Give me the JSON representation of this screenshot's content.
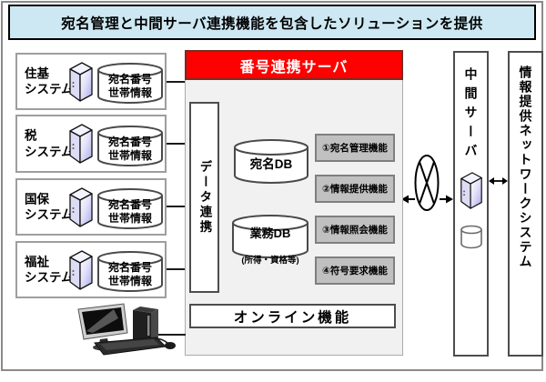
{
  "title": "宛名管理と中間サーバ連携機能を包含したソリューションを提供",
  "colors": {
    "title_bg": "#cde8f3",
    "header_red": "#fe0000",
    "panel_gray": "#f1f1f1",
    "function_gray": "#c0c0c0"
  },
  "systems": [
    {
      "label": "住基\nシステム",
      "data": "宛名番号\n世帯情報"
    },
    {
      "label": "税\nシステム",
      "data": "宛名番号\n世帯情報"
    },
    {
      "label": "国保\nシステム",
      "data": "宛名番号\n世帯情報"
    },
    {
      "label": "福祉\nシステム",
      "data": "宛名番号\n世帯情報"
    }
  ],
  "server": {
    "header": "番号連携サーバ",
    "data_linkage": "データ連携",
    "databases": [
      {
        "name": "宛名DB",
        "note": ""
      },
      {
        "name": "業務DB",
        "note": "(所得・資格等)"
      }
    ],
    "functions": [
      "①宛名管理機能",
      "②情報提供機能",
      "③情報照会機能",
      "④符号要求機能"
    ],
    "online": "オンライン機能"
  },
  "right": {
    "intermediate_server": "中間サーバ",
    "network_system": "情報提供ネットワークシステム"
  },
  "icons": {
    "server": "server-tower-icon",
    "database": "database-cylinder-icon",
    "computer": "desktop-computer-icon",
    "network": "network-x-icon"
  }
}
